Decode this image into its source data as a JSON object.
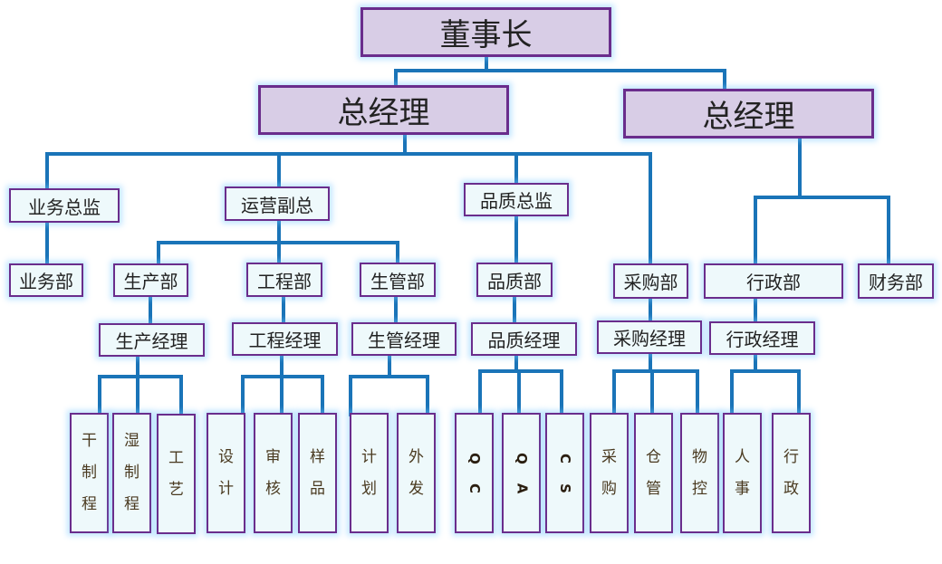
{
  "chairman": "董事长",
  "gm_left": "总经理",
  "gm_right": "总经理",
  "directors": {
    "sales": "业务总监",
    "ops": "运营副总",
    "quality": "品质总监"
  },
  "departments": {
    "sales": "业务部",
    "production": "生产部",
    "engineering": "工程部",
    "production_mgmt": "生管部",
    "quality": "品质部",
    "purchasing": "采购部",
    "admin": "行政部",
    "finance": "财务部"
  },
  "managers": {
    "production": "生产经理",
    "engineering": "工程经理",
    "production_mgmt": "生管经理",
    "quality": "品质经理",
    "purchasing": "采购经理",
    "admin": "行政经理"
  },
  "units": [
    [
      "干",
      "制",
      "程"
    ],
    [
      "湿",
      "制",
      "程"
    ],
    [
      "工",
      "艺"
    ],
    [
      "设",
      "计"
    ],
    [
      "审",
      "核"
    ],
    [
      "样",
      "品"
    ],
    [
      "计",
      "划"
    ],
    [
      "外",
      "发"
    ],
    [
      "Q",
      "C"
    ],
    [
      "Q",
      "A"
    ],
    [
      "C",
      "S"
    ],
    [
      "采",
      "购"
    ],
    [
      "仓",
      "管"
    ],
    [
      "物",
      "控"
    ],
    [
      "人",
      "事"
    ],
    [
      "行",
      "政"
    ]
  ],
  "colors": {
    "connector": "#1a74b8",
    "border": "#6a2d8c",
    "top_fill": "#d8cde6",
    "box_fill": "#eef9fb"
  }
}
